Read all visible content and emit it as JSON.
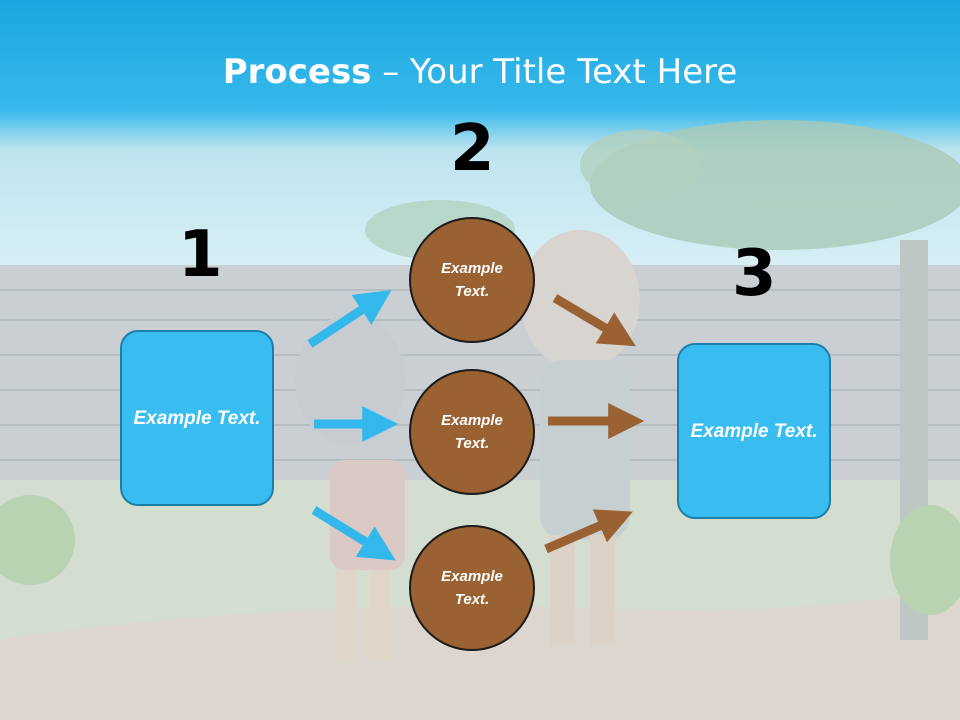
{
  "title": {
    "bold": "Process",
    "rest": " – Your Title Text Here"
  },
  "steps": [
    {
      "number": "1",
      "text": "Example Text."
    },
    {
      "number": "2",
      "items": [
        {
          "text": "Example Text."
        },
        {
          "text": "Example Text."
        },
        {
          "text": "Example Text."
        }
      ]
    },
    {
      "number": "3",
      "text": "Example Text."
    }
  ],
  "colors": {
    "box": "#39bdf0",
    "circle": "#9a6232",
    "arrow_in": "#33b8ec",
    "arrow_out": "#9a6232"
  }
}
